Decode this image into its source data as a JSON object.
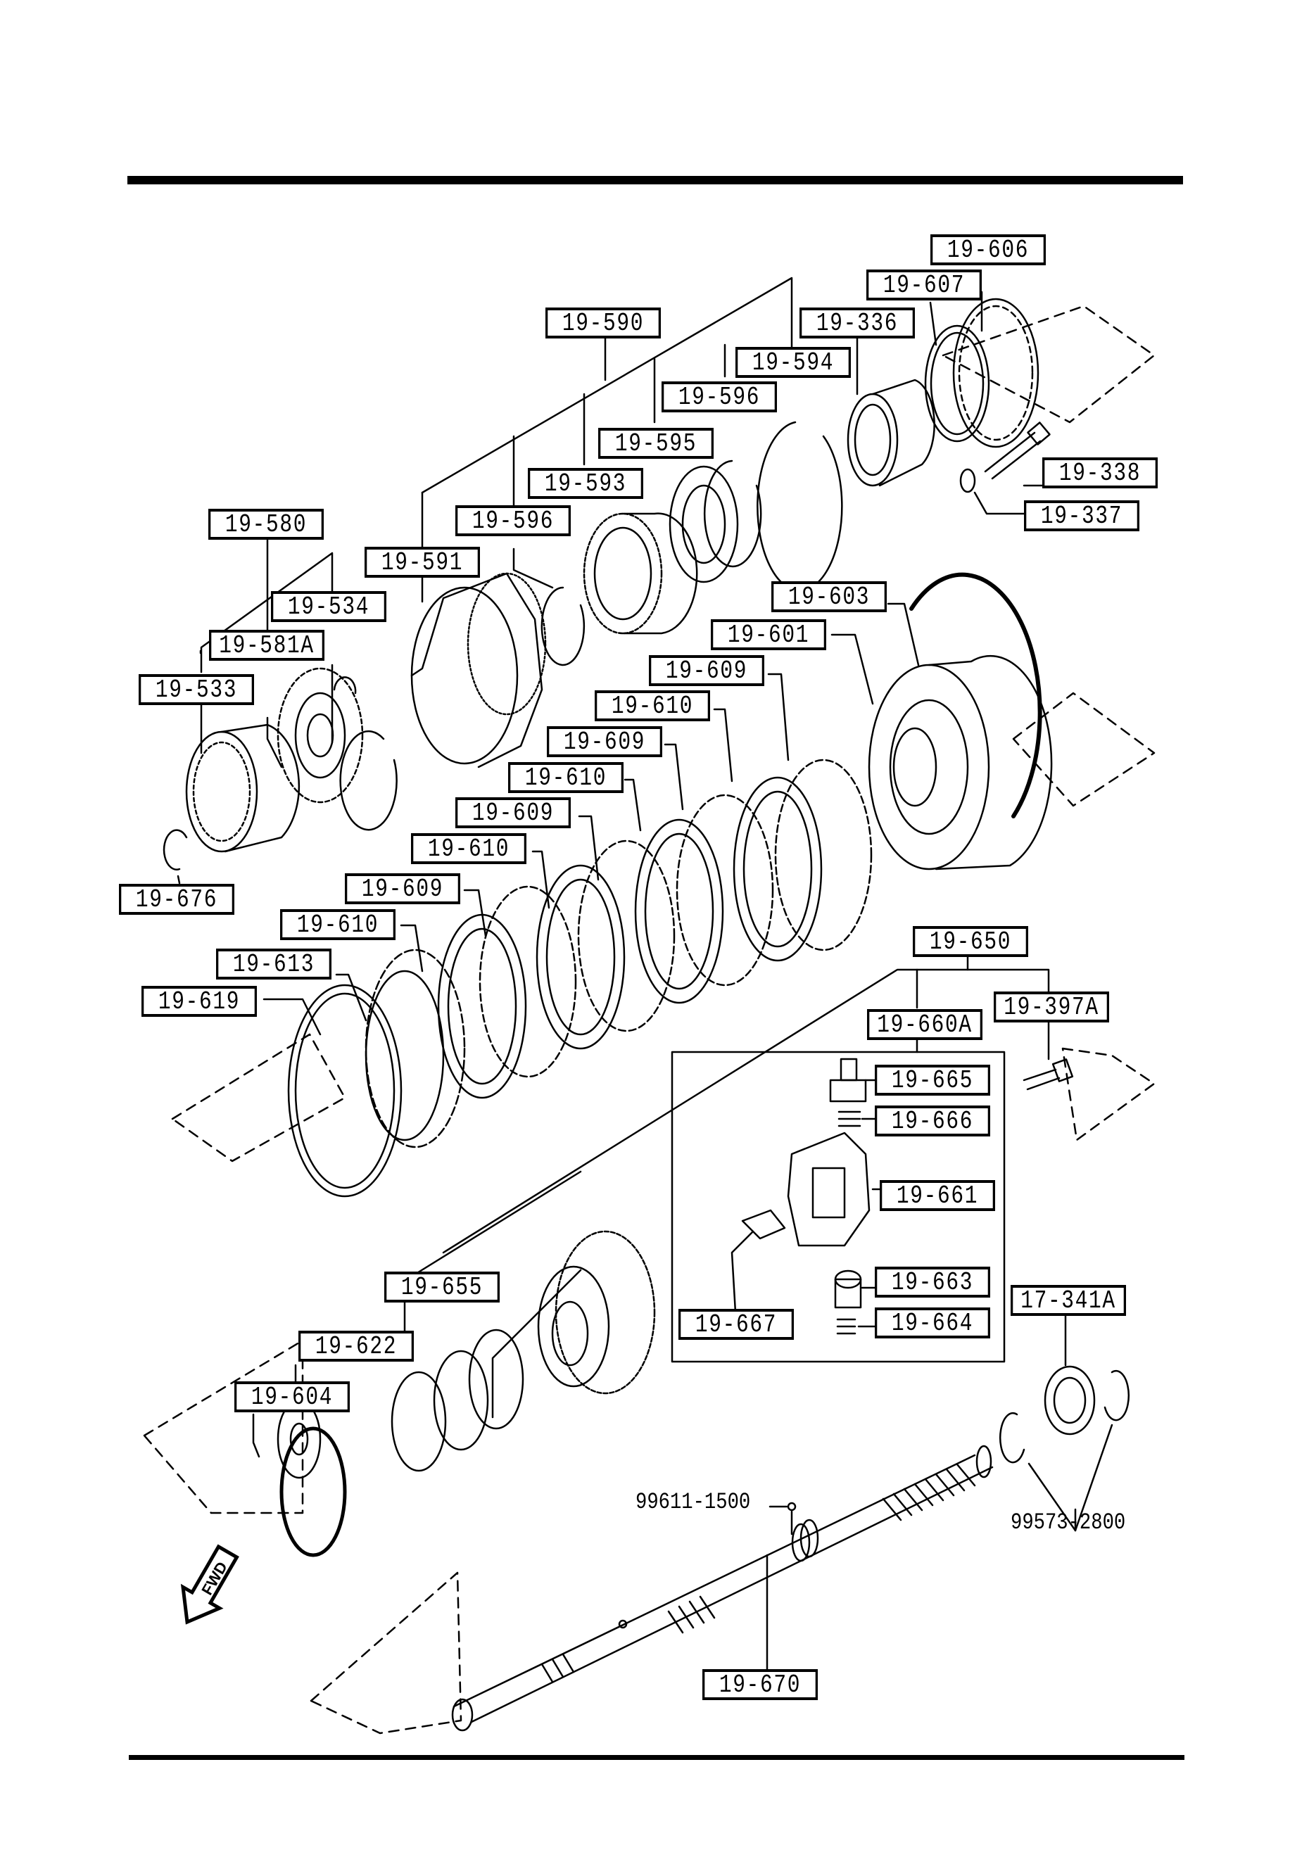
{
  "diagram": {
    "type": "exploded-parts-diagram",
    "subject": "Automatic transmission clutch / planetary assembly",
    "fwd_label": "FWD",
    "boxed_part_numbers": [
      "19-606",
      "19-607",
      "19-590",
      "19-336",
      "19-594",
      "19-596",
      "19-595",
      "19-338",
      "19-593",
      "19-337",
      "19-580",
      "19-596",
      "19-591",
      "19-534",
      "19-603",
      "19-581A",
      "19-601",
      "19-609",
      "19-533",
      "19-610",
      "19-609",
      "19-610",
      "19-609",
      "19-610",
      "19-609",
      "19-676",
      "19-610",
      "19-650",
      "19-613",
      "19-619",
      "19-397A",
      "19-660A",
      "19-665",
      "19-666",
      "19-661",
      "19-655",
      "19-663",
      "17-341A",
      "19-667",
      "19-664",
      "19-622",
      "19-604",
      "19-670"
    ],
    "plain_part_numbers": [
      "99611-1500",
      "99573-2800"
    ],
    "groups": [
      {
        "parent": "19-590",
        "children": [
          "19-591",
          "19-593",
          "19-594",
          "19-595",
          "19-596",
          "19-596"
        ]
      },
      {
        "parent": "19-580",
        "children": [
          "19-533",
          "19-534",
          "19-581A"
        ]
      },
      {
        "parent": "19-650",
        "children": [
          "19-655",
          "19-660A",
          "19-397A"
        ]
      },
      {
        "parent": "19-660A",
        "children": [
          "19-661",
          "19-663",
          "19-664",
          "19-665",
          "19-666",
          "19-667"
        ]
      },
      {
        "parent": "17-341A",
        "children": [
          "99573-2800"
        ]
      }
    ]
  }
}
